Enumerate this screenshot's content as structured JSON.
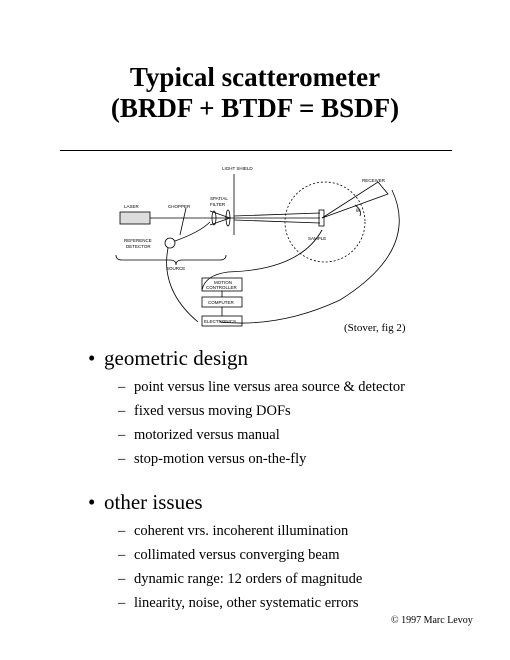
{
  "title": {
    "line1": "Typical scatterometer",
    "line2": "(BRDF + BTDF = BSDF)"
  },
  "figure": {
    "labels": {
      "light_shield": "LIGHT SHIELD",
      "receiver": "RECEIVER",
      "laser": "LASER",
      "chopper": "CHOPPER",
      "spatial_filter_1": "SPATIAL",
      "spatial_filter_2": "FILTER",
      "sample": "SAMPLE",
      "reference_detector_1": "REFERENCE",
      "reference_detector_2": "DETECTOR",
      "source": "SOURCE",
      "motion_controller_1": "MOTION",
      "motion_controller_2": "CONTROLLER",
      "computer": "COMPUTER",
      "electronics": "ELECTRONICS",
      "theta": "θs"
    },
    "caption": "(Stover, fig 2)"
  },
  "sections": [
    {
      "bullet_glyph": "•",
      "heading": "geometric design",
      "items": [
        "point versus line versus area source & detector",
        "fixed versus moving DOFs",
        "motorized versus manual",
        "stop-motion versus on-the-fly"
      ]
    },
    {
      "bullet_glyph": "•",
      "heading": "other issues",
      "items": [
        "coherent vrs. incoherent illumination",
        "collimated versus converging beam",
        "dynamic range:  12 orders of magnitude",
        "linearity, noise, other systematic errors"
      ]
    }
  ],
  "dash_glyph": "–",
  "footer": "© 1997 Marc Levoy"
}
